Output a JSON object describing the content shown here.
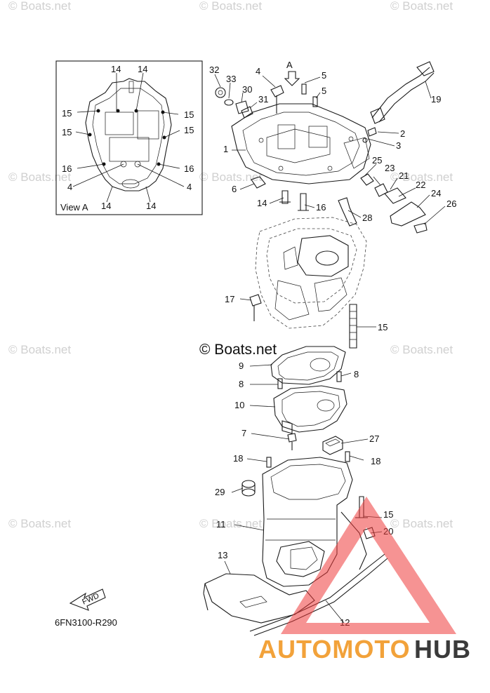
{
  "watermarks": [
    "© Boats.net",
    "© Boats.net",
    "© Boats.net",
    "© Boats.net",
    "© Boats.net",
    "© Boats.net",
    "© Boats.net",
    "© Boats.net",
    "© Boats.net",
    "© Boats.net",
    "© Boats.net",
    "© Boats.net"
  ],
  "center_watermark": "© Boats.net",
  "view_box_title": "View A",
  "view_arrow_label": "A",
  "fwd_label": "FWD",
  "diagram_code": "6FN3100-R290",
  "logo": {
    "part1": "AUTOMOTO",
    "part2": "HUB",
    "color1": "#f2a23a",
    "color2": "#3a3a3a",
    "triangle_color": "#ee3b3b"
  },
  "callouts_view_a": [
    "14",
    "14",
    "15",
    "15",
    "15",
    "15",
    "16",
    "16",
    "4",
    "4",
    "14",
    "14"
  ],
  "callouts_main": [
    "32",
    "33",
    "30",
    "31",
    "4",
    "5",
    "5",
    "19",
    "2",
    "3",
    "1",
    "25",
    "23",
    "21",
    "22",
    "24",
    "26",
    "6",
    "14",
    "16",
    "28",
    "17",
    "15",
    "9",
    "8",
    "8",
    "10",
    "7",
    "27",
    "18",
    "18",
    "29",
    "15",
    "20",
    "11",
    "13",
    "12"
  ]
}
